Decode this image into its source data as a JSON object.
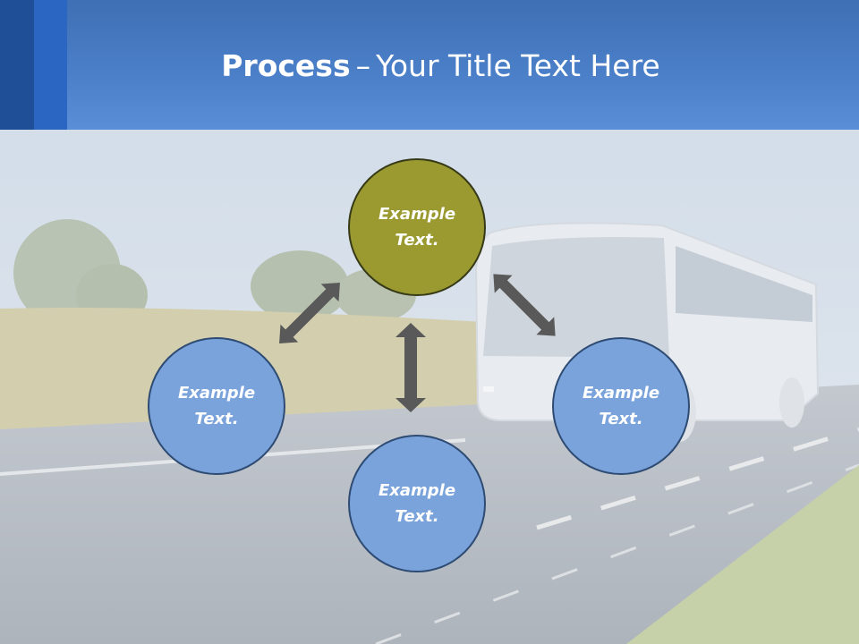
{
  "title": {
    "bold": "Process",
    "separator": "–",
    "rest": "Your Title Text Here"
  },
  "nodes": {
    "top": "Example\nText.",
    "left": "Example\nText.",
    "right": "Example\nText.",
    "bottom": "Example\nText."
  },
  "colors": {
    "header": "#4a7fc8",
    "node_blue": "#7aa3dc",
    "node_olive": "#9a9a31",
    "arrow": "#595959"
  },
  "icons": [
    "double-arrow-diagonal-left",
    "double-arrow-vertical",
    "double-arrow-diagonal-right"
  ]
}
